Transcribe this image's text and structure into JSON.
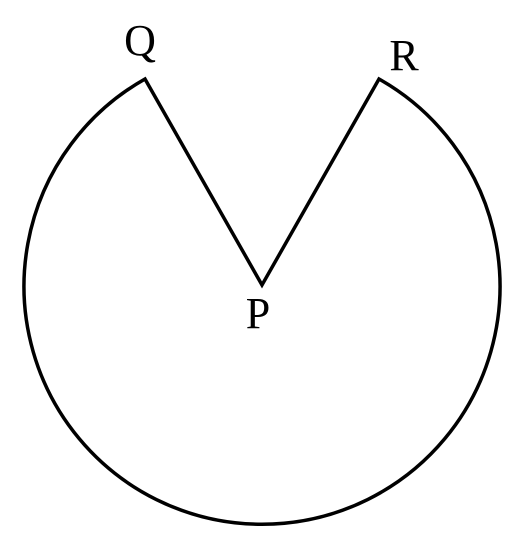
{
  "figure": {
    "labels": {
      "center": "P",
      "left_endpoint": "Q",
      "right_endpoint": "R"
    },
    "colors": {
      "stroke": "#000000",
      "background": "#ffffff"
    }
  }
}
